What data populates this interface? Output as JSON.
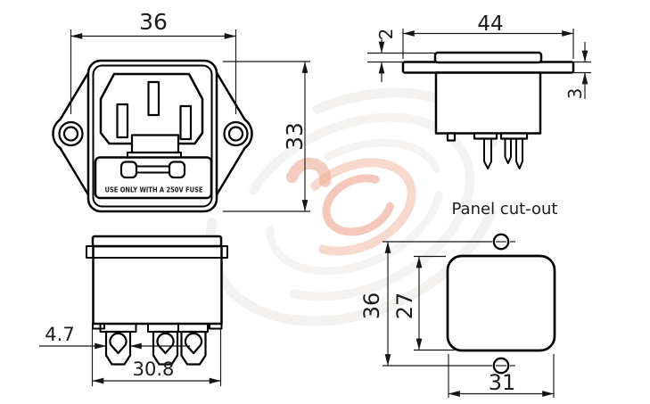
{
  "drawing": {
    "panel_cutout_title": "Panel cut-out",
    "fuse_warning": "USE ONLY WITH A 250V FUSE",
    "front_view": {
      "width_mm": "36",
      "height_mm": "33"
    },
    "side_view": {
      "flange_width_mm": "44",
      "boss_height_mm": "2",
      "flange_thickness_mm": "3"
    },
    "bottom_view": {
      "terminal_width_mm": "4.7",
      "body_width_mm": "30.8"
    },
    "panel_cutout": {
      "hole_spacing_mm": "36",
      "cutout_height_mm": "27",
      "cutout_width_mm": "31"
    }
  },
  "colors": {
    "line": "#000000",
    "dimension": "#161616",
    "watermark_gray": "#eae7e4",
    "watermark_pink": "#f3c0ad",
    "watermark_pink_dark": "#eeac96"
  }
}
